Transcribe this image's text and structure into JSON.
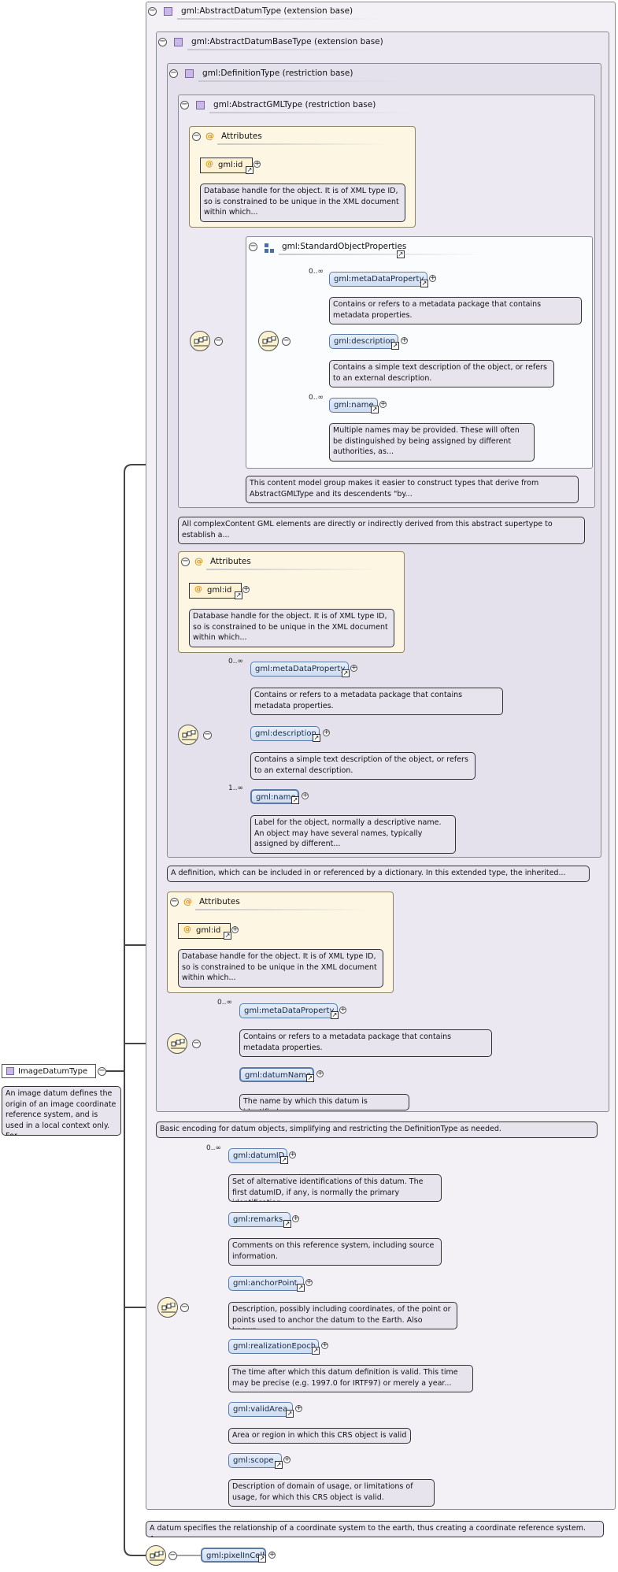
{
  "diagram": {
    "root": {
      "label": "ImageDatumType",
      "doc": "An image datum defines the origin of an image coordinate reference system, and is used in a local context only. For..."
    },
    "abstract_datum": {
      "header": "gml:AbstractDatumType (extension base)",
      "doc": "A datum specifies the relationship of a coordinate system to the earth, thus creating a coordinate reference system. A..."
    },
    "datum_base": {
      "header": "gml:AbstractDatumBaseType (extension base)",
      "doc": "Basic encoding for datum objects, simplifying and restricting the DefinitionType as needed."
    },
    "definition": {
      "header": "gml:DefinitionType (restriction base)",
      "doc": "A definition, which can be included in or referenced by a dictionary. In this extended type, the inherited..."
    },
    "abstract_gml": {
      "header": "gml:AbstractGMLType (restriction base)",
      "doc": "All complexContent GML elements are directly or indirectly derived from this abstract supertype to establish a..."
    },
    "attributes_label": "Attributes",
    "id_label": "gml:id",
    "id_doc": "Database handle for the object. It is of XML type ID, so is constrained to be unique in the XML document within which...",
    "std_props": {
      "label": "gml:StandardObjectProperties",
      "doc": "This content model group makes it easier to construct types that derive from AbstractGMLType and its descendents \"by..."
    },
    "multiplicity": {
      "zero_many": "0..∞",
      "one_many": "1..∞"
    },
    "elements": {
      "metadata_property": "gml:metaDataProperty",
      "metadata_doc": "Contains or refers to a metadata package that contains metadata properties.",
      "description": "gml:description",
      "description_doc": "Contains a simple text description of the object, or refers to an external description.",
      "name": "gml:name",
      "name_doc_std": "Multiple names may be provided. These will often be distinguished by being assigned by different authorities, as...",
      "name_doc_def": "Label for the object, normally a descriptive name. An object may have several names, typically assigned by different...",
      "datum_name": "gml:datumName",
      "datum_name_doc": "The name by which this datum is identified.",
      "datum_id": "gml:datumID",
      "datum_id_doc": "Set of alternative identifications of this datum. The first datumID, if any, is normally the primary identification...",
      "remarks": "gml:remarks",
      "remarks_doc": "Comments on this reference system, including source information.",
      "anchor_point": "gml:anchorPoint",
      "anchor_point_doc": "Description, possibly including coordinates, of the point or points used to anchor the datum to the Earth. Also known...",
      "realization_epoch": "gml:realizationEpoch",
      "realization_epoch_doc": "The time after which this datum definition is valid. This time may be precise (e.g. 1997.0 for IRTF97) or merely a year...",
      "valid_area": "gml:validArea",
      "valid_area_doc": "Area or region in which this CRS object is valid",
      "scope": "gml:scope",
      "scope_doc": "Description of domain of usage, or limitations of usage, for which this CRS object is valid.",
      "pixel_in_cell": "gml:pixelInCell"
    },
    "glyphs": {
      "minus": "−",
      "plus": "+",
      "at": "@",
      "ref": "↗"
    },
    "colors": {
      "element_fill": "#cfdcef",
      "attribute_fill": "#fdf6e3",
      "sequence_fill": "#fbf3cf",
      "doc_fill": "#e7e4ee"
    }
  }
}
